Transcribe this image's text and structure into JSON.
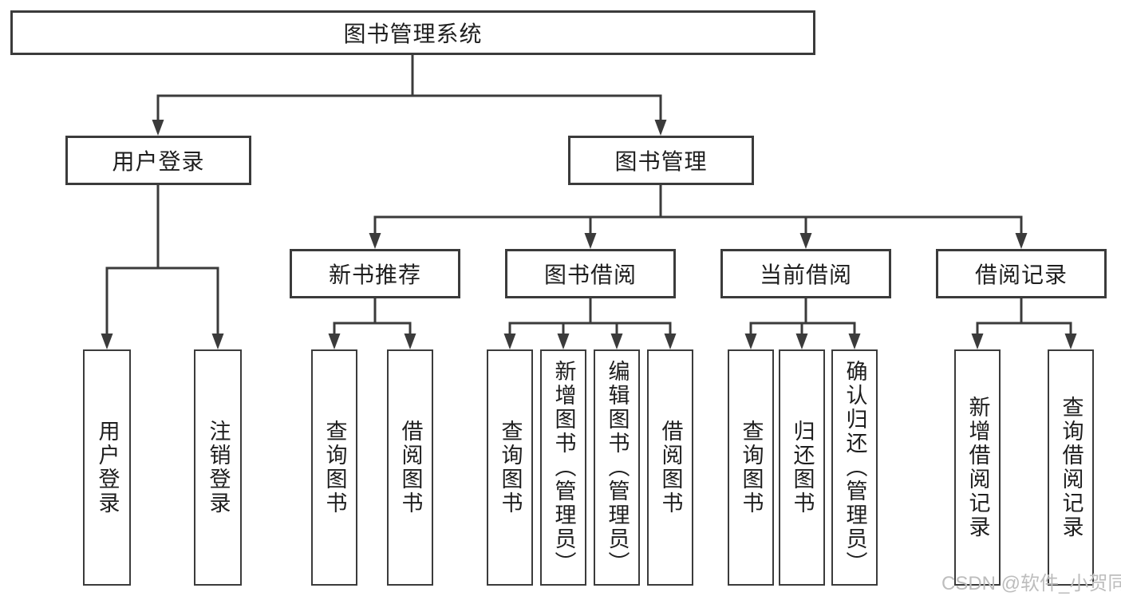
{
  "tree": {
    "root": "图书管理系统",
    "children": [
      {
        "label": "用户登录",
        "children": [
          "用户登录",
          "注销登录"
        ]
      },
      {
        "label": "图书管理",
        "children": [
          {
            "label": "新书推荐",
            "children": [
              "查询图书",
              "借阅图书"
            ]
          },
          {
            "label": "图书借阅",
            "children": [
              "查询图书",
              "新增图书（管理员）",
              "编辑图书（管理员）",
              "借阅图书"
            ]
          },
          {
            "label": "当前借阅",
            "children": [
              "查询图书",
              "归还图书",
              "确认归还（管理员）"
            ]
          },
          {
            "label": "借阅记录",
            "children": [
              "新增借阅记录",
              "查询借阅记录"
            ]
          }
        ]
      }
    ]
  },
  "watermark": "CSDN @软件_小贺同学",
  "colors": {
    "line": "#3b3b3b",
    "text": "#1e1e1e",
    "watermark": "#bdbdbd",
    "background": "#ffffff",
    "box_fill": "#ffffff"
  }
}
